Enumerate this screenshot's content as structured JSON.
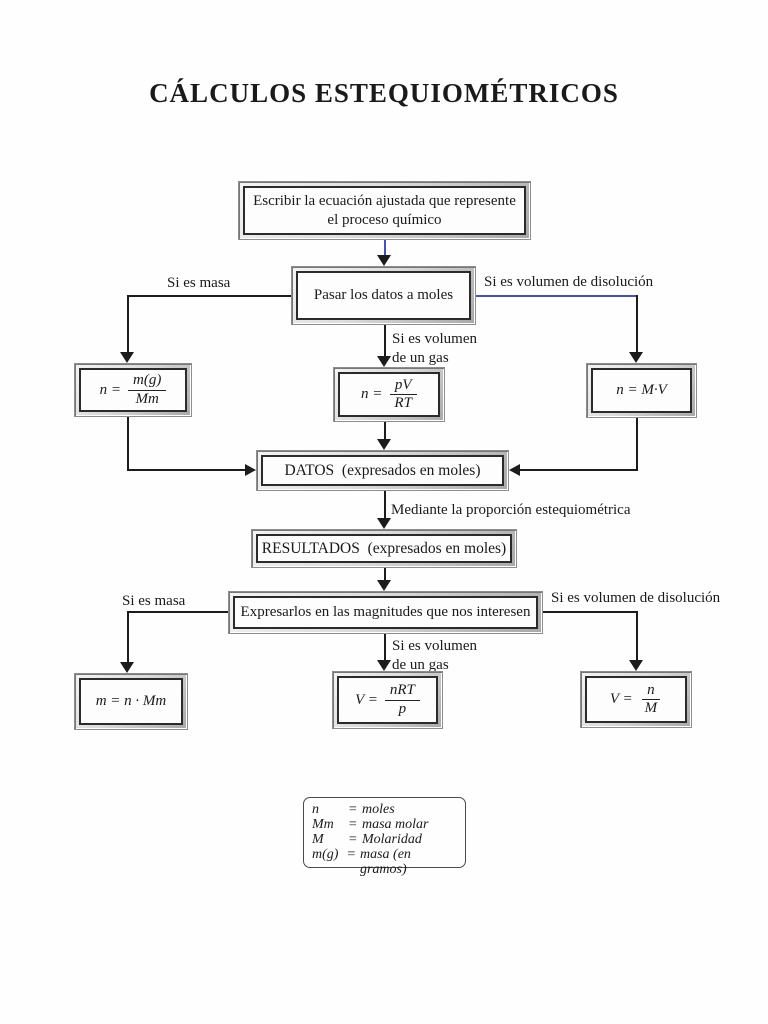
{
  "page": {
    "title": "CÁLCULOS ESTEQUIOMÉTRICOS"
  },
  "colors": {
    "line": "#1c1c1c",
    "blue_line": "#4450c0"
  },
  "flowchart": {
    "nodes": {
      "start": {
        "line1": "Escribir la ecuación ajustada que represente",
        "line2": "el proceso químico"
      },
      "pasar": {
        "label": "Pasar los datos a moles"
      },
      "datos": {
        "label": "DATOS  (expresados en moles)"
      },
      "resultados": {
        "label": "RESULTADOS  (expresados en moles)"
      },
      "expresar": {
        "label": "Expresarlos en las magnitudes que nos interesen"
      }
    },
    "formulas": {
      "mass_to_moles": {
        "lhs": "n =",
        "numerator": "m(g)",
        "denominator": "Mm"
      },
      "gas_to_moles": {
        "lhs": "n =",
        "numerator": "pV",
        "denominator": "RT"
      },
      "solution_to_moles": {
        "text": "n = M·V"
      },
      "moles_to_mass": {
        "text": "m = n · Mm"
      },
      "moles_to_gas_volume": {
        "lhs": "V =",
        "numerator": "nRT",
        "denominator": "p"
      },
      "moles_to_solution_volume": {
        "lhs": "V =",
        "numerator": "n",
        "denominator": "M"
      }
    },
    "edge_labels": {
      "mass_top": "Si es masa",
      "solution_top": "Si es volumen de disolución",
      "gas_top_1": "Si es volumen",
      "gas_top_2": "de un gas",
      "proportion": "Mediante la proporción estequiométrica",
      "mass_bottom": "Si es masa",
      "solution_bottom": "Si es volumen de disolución",
      "gas_bottom_1": "Si es volumen",
      "gas_bottom_2": "de un gas"
    },
    "legend": {
      "rows": [
        {
          "sym": "n",
          "eq": "=",
          "desc": "moles"
        },
        {
          "sym": "Mm",
          "eq": "=",
          "desc": "masa molar"
        },
        {
          "sym": "M",
          "eq": "=",
          "desc": "Molaridad"
        },
        {
          "sym": "m(g)",
          "eq": "=",
          "desc": "masa (en gramos)"
        }
      ]
    }
  }
}
